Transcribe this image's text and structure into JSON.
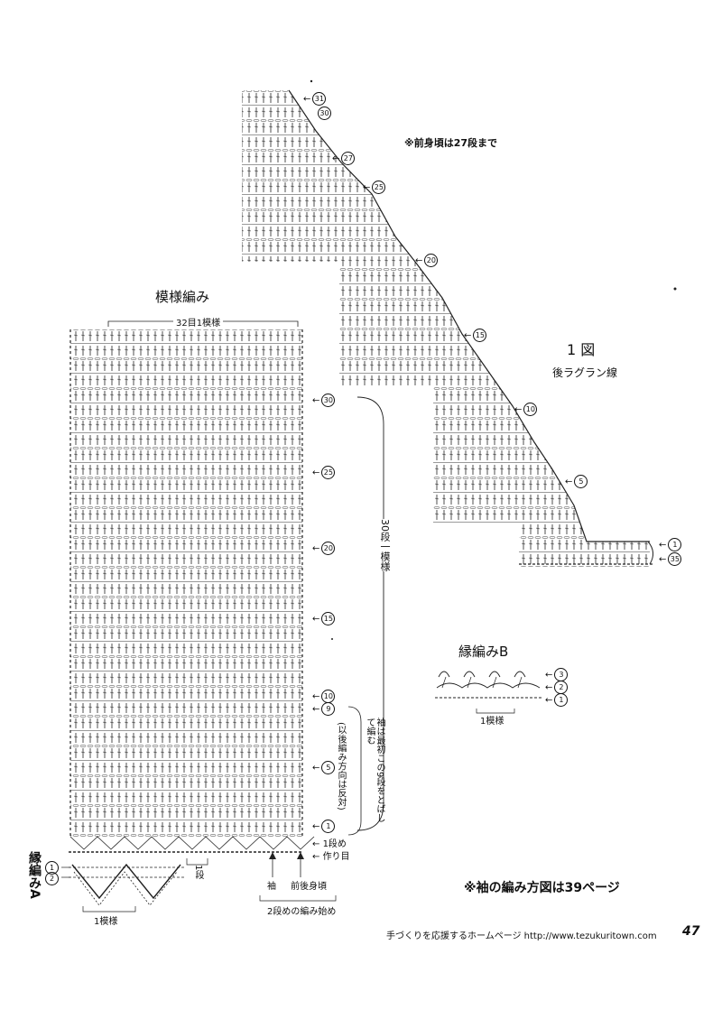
{
  "raglan": {
    "note": "※前身頃は27段まで",
    "fig_title": "1 図",
    "fig_subtitle": "後ラグラン線",
    "rows": [
      "31",
      "30",
      "27",
      "25",
      "20",
      "15",
      "10",
      "5",
      "1",
      "35"
    ]
  },
  "pattern": {
    "title": "模様編み",
    "repeat_label": "32目1模様",
    "rows_label": "30段一模様",
    "sleeve_note": "袖は最初この9段をとばして編む",
    "sleeve_note2": "(以後編み方向は反対)",
    "rows": [
      "30",
      "25",
      "20",
      "15",
      "10",
      "9",
      "5",
      "1"
    ],
    "row1_label": "1段め",
    "foundation_label": "作り目",
    "step_label": "1段",
    "sleeve_label": "袖",
    "body_label": "前後身頃",
    "start_label": "2段めの編み始め"
  },
  "edging_a": {
    "title": "縁編みA",
    "rows": [
      "1",
      "2"
    ],
    "repeat_label": "1模様"
  },
  "edging_b": {
    "title": "縁編みB",
    "rows": [
      "3",
      "2",
      "1"
    ],
    "repeat_label": "1模様"
  },
  "sleeve_ref": "※袖の編み方図は39ページ",
  "footer": {
    "text": "手づくりを応援するホームページ http://www.tezukuritown.com",
    "page": "47"
  }
}
